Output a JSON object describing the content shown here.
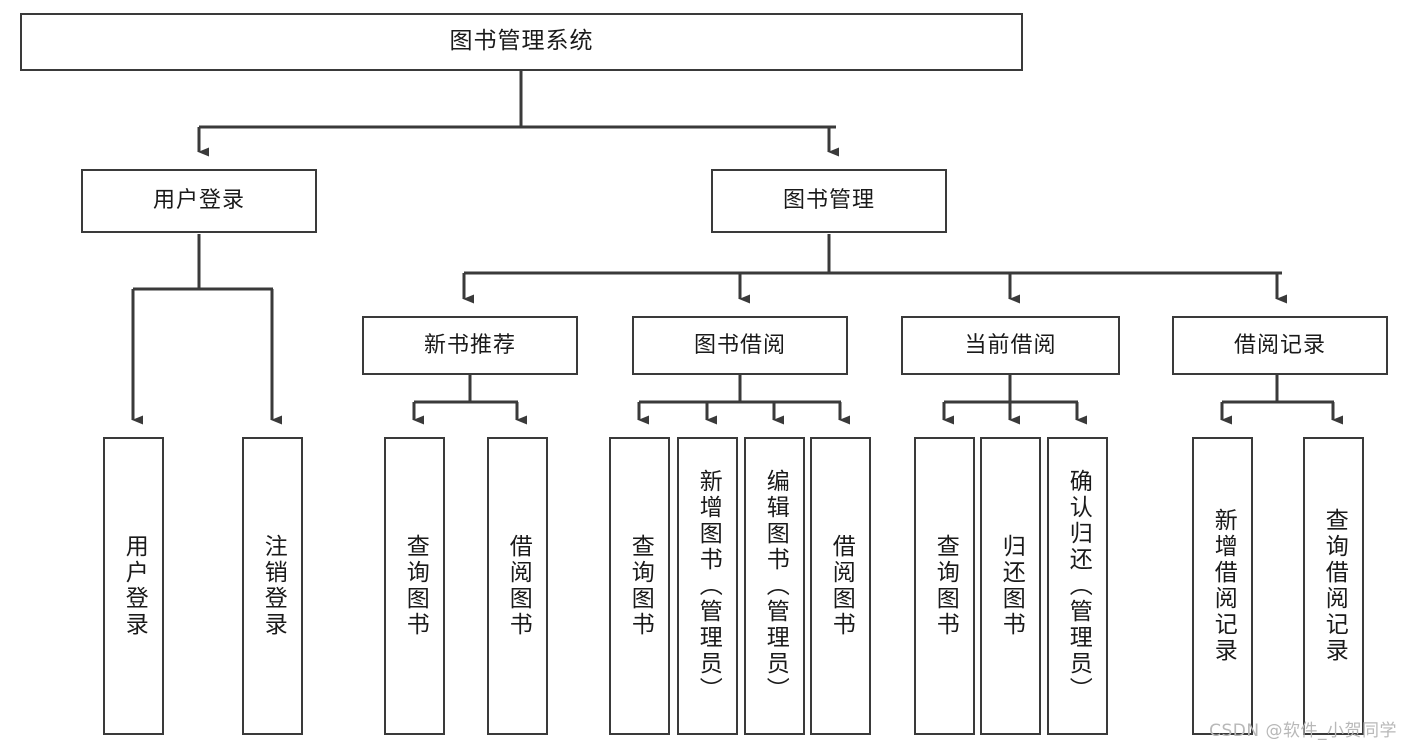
{
  "diagram": {
    "title": "图书管理系统",
    "type": "hierarchy-tree",
    "watermark": "CSDN @软件_小贺同学",
    "colors": {
      "box_border": "#3a3a3a",
      "box_fill": "#ffffff",
      "connector": "#3a3a3a",
      "text": "#1a1a1a",
      "watermark": "#b8b8b8"
    },
    "nodes": {
      "root": {
        "label": "图书管理系统"
      },
      "level2": [
        {
          "id": "user-login",
          "label": "用户登录"
        },
        {
          "id": "book-management",
          "label": "图书管理"
        }
      ],
      "level3": [
        {
          "id": "new-book-recommend",
          "label": "新书推荐"
        },
        {
          "id": "book-borrow",
          "label": "图书借阅"
        },
        {
          "id": "current-borrow",
          "label": "当前借阅"
        },
        {
          "id": "borrow-record",
          "label": "借阅记录"
        }
      ],
      "leaves": {
        "user-login": [
          {
            "id": "leaf-user-login",
            "label": "用户登录"
          },
          {
            "id": "leaf-logout-login",
            "label": "注销登录"
          }
        ],
        "new-book-recommend": [
          {
            "id": "leaf-query-book-1",
            "label": "查询图书"
          },
          {
            "id": "leaf-borrow-book-1",
            "label": "借阅图书"
          }
        ],
        "book-borrow": [
          {
            "id": "leaf-query-book-2",
            "label": "查询图书"
          },
          {
            "id": "leaf-add-book",
            "label": "新增图书（管理员）"
          },
          {
            "id": "leaf-edit-book",
            "label": "编辑图书（管理员）"
          },
          {
            "id": "leaf-borrow-book-2",
            "label": "借阅图书"
          }
        ],
        "current-borrow": [
          {
            "id": "leaf-query-book-3",
            "label": "查询图书"
          },
          {
            "id": "leaf-return-book",
            "label": "归还图书"
          },
          {
            "id": "leaf-confirm-return",
            "label": "确认归还（管理员）"
          }
        ],
        "borrow-record": [
          {
            "id": "leaf-add-record",
            "label": "新增借阅记录"
          },
          {
            "id": "leaf-query-record",
            "label": "查询借阅记录"
          }
        ]
      }
    }
  }
}
